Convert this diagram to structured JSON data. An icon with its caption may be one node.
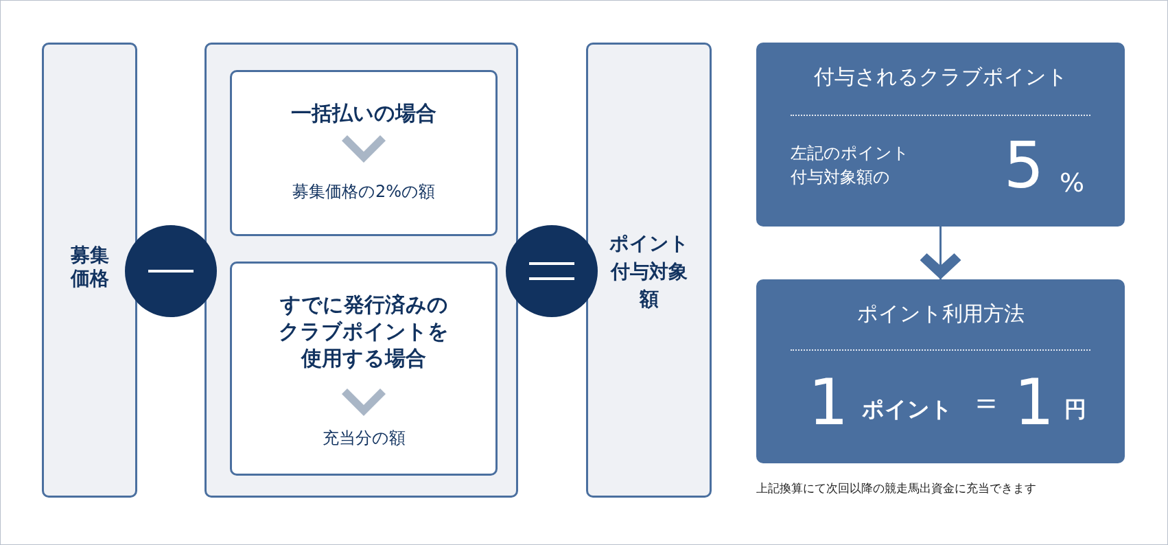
{
  "diagram": {
    "nodes": [
      {
        "text": [
          "募集価格"
        ]
      },
      {
        "text": [],
        "shape": "circle"
      },
      {
        "text": [],
        "shape": "box"
      },
      {
        "text": [
          "一括払いの場合",
          "募集価格の2%の額"
        ],
        "in": 2
      },
      {
        "text": [
          "すでに発行済みのクラブポイントを使用する場合",
          "充当分の額"
        ],
        "in": 2
      },
      {
        "text": [],
        "shape": "circle"
      },
      {
        "text": [
          "ポイント付与対象額"
        ]
      },
      {
        "text": [
          "付与されるクラブポイント",
          "左記のポイント付与対象額の",
          "5",
          "%"
        ]
      },
      {
        "text": [
          "ポイント利用方法",
          "1",
          "ポイント",
          "＝",
          "1",
          "円"
        ],
        "beside": [
          "上記換算にて次回以降の競走馬出資金に充当できます"
        ]
      }
    ],
    "edges": [
      {
        "from": 7,
        "to": 8,
        "arrow": "to"
      }
    ]
  }
}
